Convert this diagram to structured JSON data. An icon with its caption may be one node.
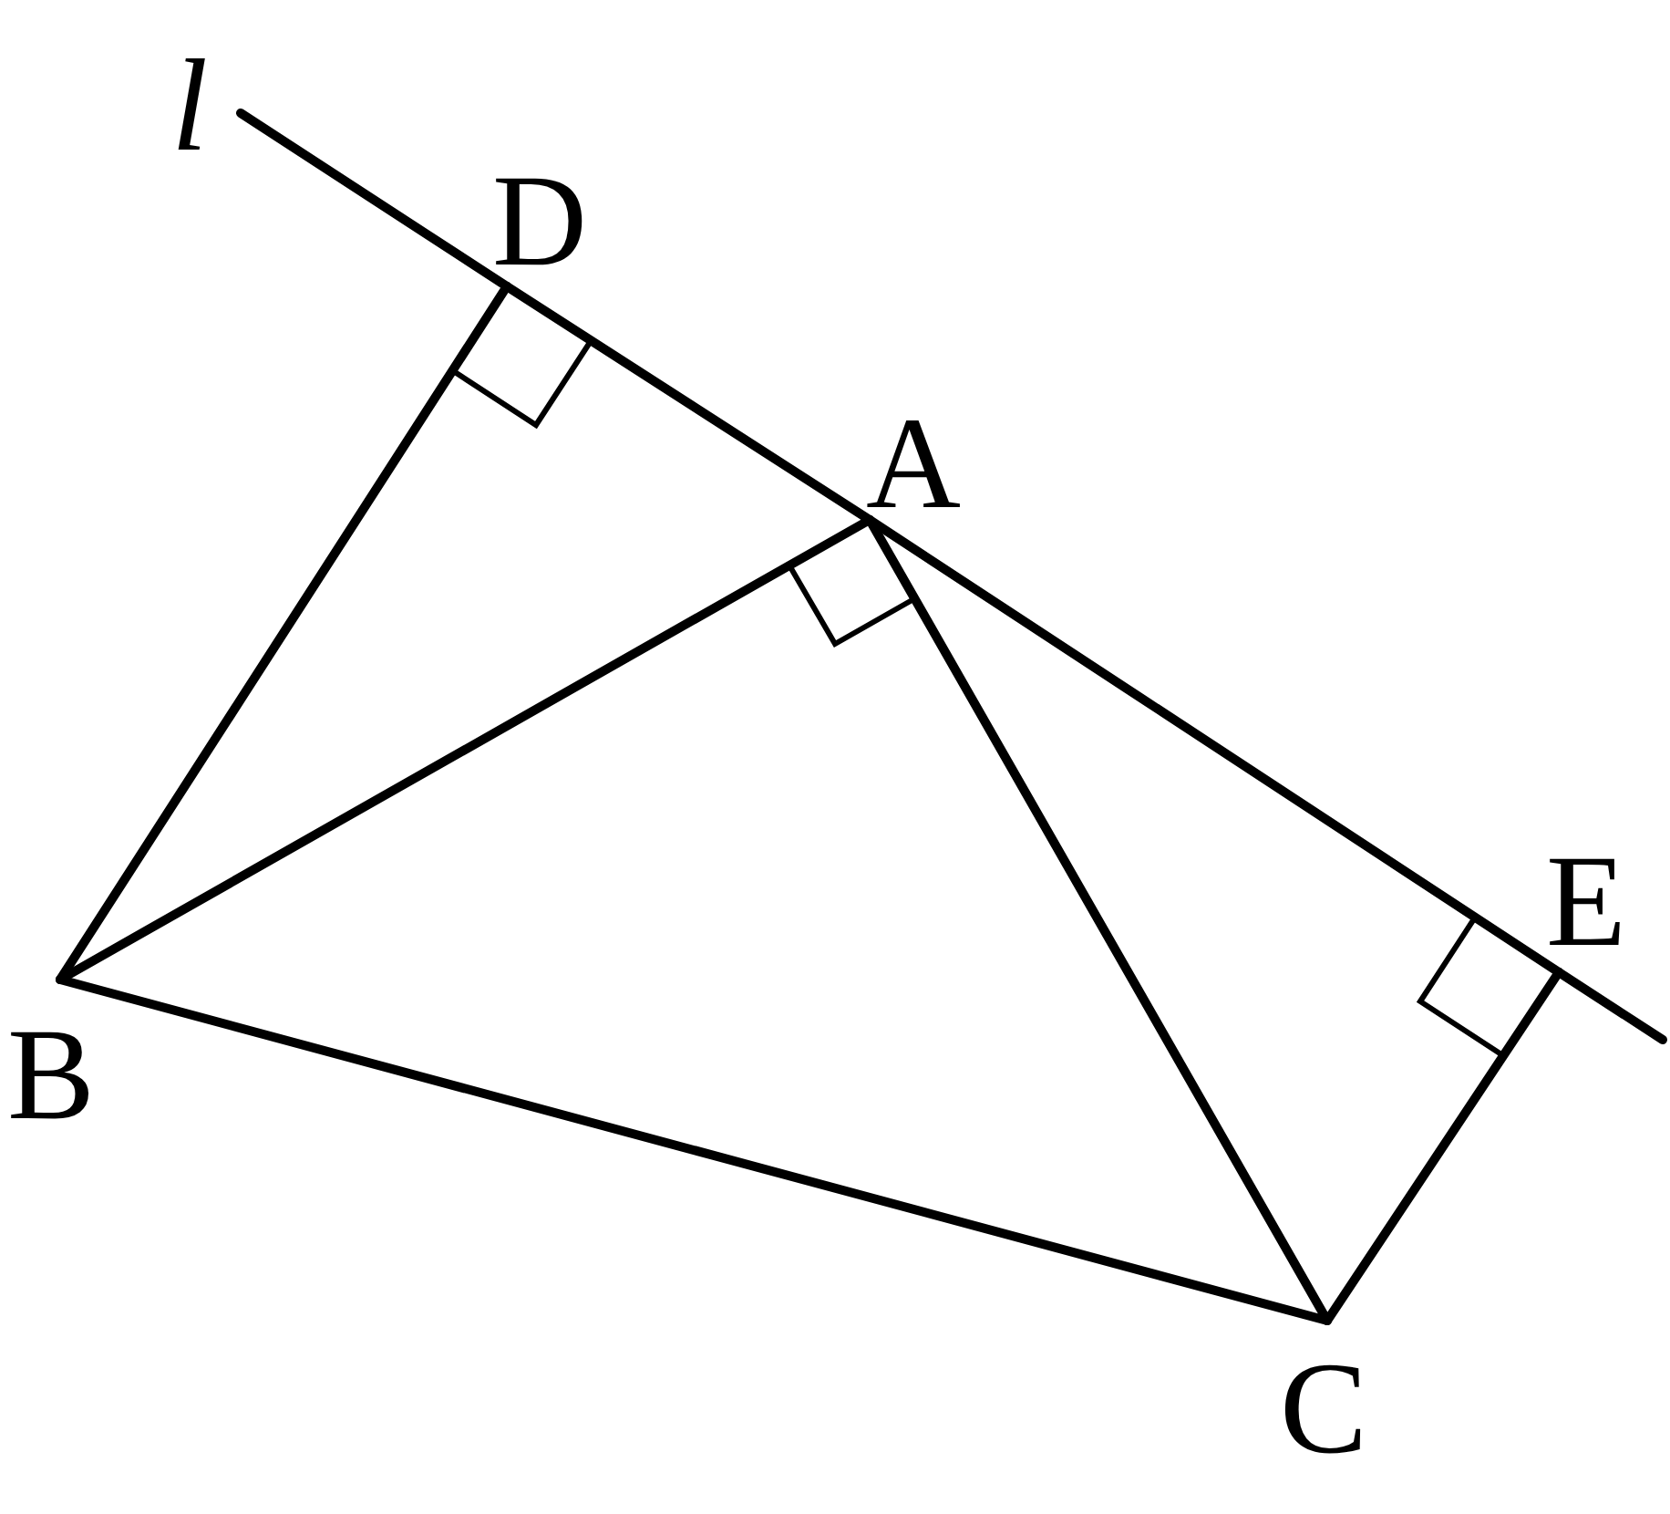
{
  "diagram": {
    "nodes": [
      {
        "text": [
          "l"
        ]
      },
      {
        "text": [
          "D"
        ]
      },
      {
        "text": [
          "A"
        ]
      },
      {
        "text": [
          "E"
        ]
      },
      {
        "text": [
          "B"
        ]
      },
      {
        "text": [
          "C"
        ]
      }
    ],
    "edges": [
      {
        "from": 0,
        "to": 1,
        "arrow": "none"
      },
      {
        "from": 1,
        "to": 2,
        "arrow": "none"
      },
      {
        "from": 2,
        "to": 3,
        "arrow": "none"
      },
      {
        "from": 3,
        "to": null,
        "arrow": "none"
      },
      {
        "from": 4,
        "to": 1,
        "arrow": "none"
      },
      {
        "from": 4,
        "to": 2,
        "arrow": "none"
      },
      {
        "from": 2,
        "to": 5,
        "arrow": "none"
      },
      {
        "from": 4,
        "to": 5,
        "arrow": "none"
      },
      {
        "from": 5,
        "to": 3,
        "arrow": "none"
      }
    ]
  }
}
